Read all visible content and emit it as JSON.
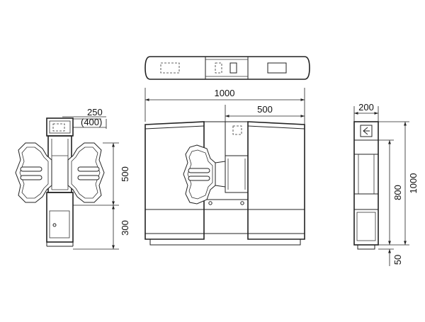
{
  "dimensions": {
    "front_width": "1000",
    "front_half_width": "500",
    "side_width": "200",
    "side_inner_height": "800",
    "side_total_height": "1000",
    "side_base": "50",
    "plan_width": "250",
    "plan_width_alt": "(400)",
    "plan_gate_depth": "500",
    "plan_cabinet_depth": "300"
  },
  "colors": {
    "line": "#222222",
    "background": "#ffffff"
  }
}
